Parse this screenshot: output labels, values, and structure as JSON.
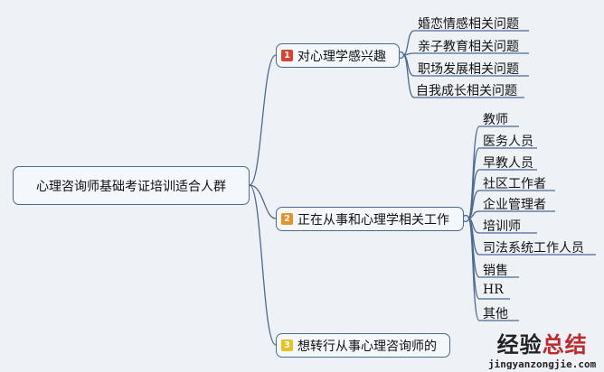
{
  "root": "心理咨询师基础考证培训适合人群",
  "branches": [
    {
      "num": "1",
      "label": "对心理学感兴趣",
      "color": "#d9432b",
      "children": [
        "婚恋情感相关问题",
        "亲子教育相关问题",
        "职场发展相关问题",
        "自我成长相关问题"
      ]
    },
    {
      "num": "2",
      "label": "正在从事和心理学相关工作",
      "color": "#e8902a",
      "children": [
        "教师",
        "医务人员",
        "早教人员",
        "社区工作者",
        "企业管理者",
        "培训师",
        "司法系统工作人员",
        "销售",
        "HR",
        "其他"
      ]
    },
    {
      "num": "3",
      "label": "想转行从事心理咨询师的",
      "color": "#e8c020",
      "children": []
    }
  ],
  "watermark": {
    "part1": "经验",
    "part2": "总结",
    "url": "jingyanzongjie.com"
  }
}
